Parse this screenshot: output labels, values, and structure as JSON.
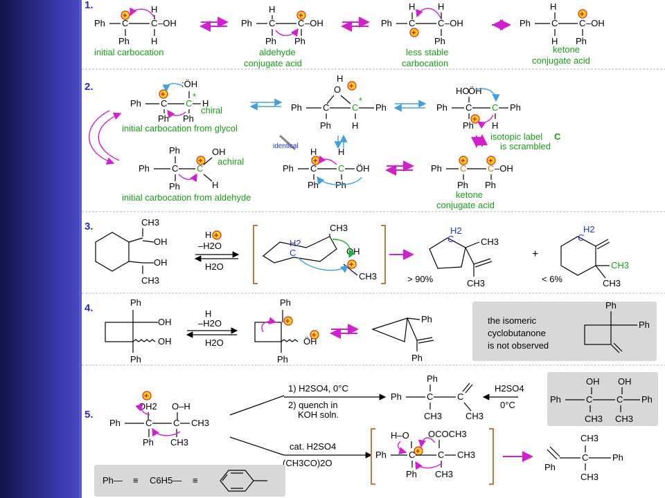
{
  "colors": {
    "sidebar": "#2a2a86",
    "green_label": "#179e17",
    "number": "#1f2fd0",
    "magenta": "#d020d0",
    "orange": "#d97a00",
    "blue": "#2233dd"
  },
  "panel1": {
    "num": "1.",
    "ph": "Ph",
    "ph_b": "Ph",
    "oh": "–OH",
    "c": "C",
    "h": "H",
    "captions": [
      "initial carbocation",
      "aldehyde",
      "conjugate acid",
      "less stable",
      "carbocation",
      "ketone",
      "conjugate acid"
    ]
  },
  "panel2": {
    "num": "2.",
    "oh_top": ":ÖH",
    "star": "*",
    "chiral": "chiral",
    "achiral": "achiral",
    "cap_glycol": "initial carbocation from glycol",
    "cap_aldehyde": "initial carbocation from aldehyde",
    "identical": "identical",
    "iso1": "isotopic label",
    "iso_c": "C",
    "iso2": "is scrambled",
    "ketone": "ketone",
    "conj": "conjugate acid",
    "epox_o": "O",
    "ho": "HO",
    "oh2": "ÖH"
  },
  "panel3": {
    "num": "3.",
    "ch3": "CH3",
    "oh": "OH",
    "reag_h": "H",
    "reag_minus": "–H2O",
    "reag_back": "H2O",
    "h2": "H2",
    "c": "C",
    "pct1": "> 90%",
    "pct2": "< 6%",
    "plus": "+"
  },
  "panel4": {
    "num": "4.",
    "ph": "Ph",
    "oh": "OH",
    "reag_h": "H",
    "reag_minus": "–H2O",
    "reag_back": "H2O",
    "note1": "the isomeric",
    "note2": "cyclobutanone",
    "note3": "is not observed"
  },
  "panel5": {
    "num": "5.",
    "oh2": "OH2",
    "oh": "O–H",
    "ch3": "CH3",
    "ph": "Ph",
    "step1": "1) H2SO4, 0°C",
    "step2a": "2) quench in",
    "step2b": "KOH soln.",
    "cat": "cat. H2SO4",
    "ac": "(CH3CO)2O",
    "h2so4": "H2SO4",
    "zero": "0°C",
    "ho": "H–O",
    "oac": "OCOCH3"
  },
  "legend": {
    "ph": "Ph—",
    "eq1": "≡",
    "c6h5": "C6H5—",
    "eq2": "≡"
  }
}
